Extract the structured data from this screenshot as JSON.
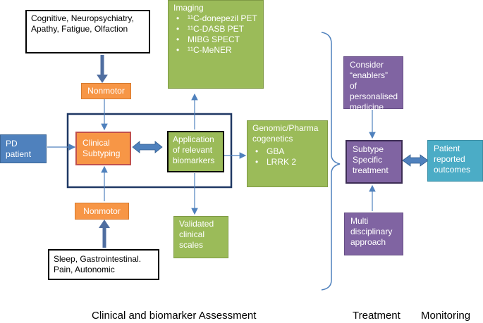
{
  "boxes": {
    "nonmotor_top_input": "Cognitive, Neuropsychiatry, Apathy, Fatigue, Olfaction",
    "nonmotor_top": "Nonmotor",
    "pd_patient": "PD patient",
    "clinical_subtyping": "Clinical Subtyping",
    "application_biomarkers": "Application of relevant biomarkers",
    "nonmotor_bottom": "Nonmotor",
    "nonmotor_bottom_input": "Sleep, Gastrointestinal. Pain, Autonomic",
    "validated_scales": "Validated clinical scales",
    "imaging": {
      "title": "Imaging",
      "items": [
        "¹¹C-donepezil PET",
        "¹¹C-DASB PET",
        "MIBG SPECT",
        "¹¹C-MeNER"
      ]
    },
    "genomic": {
      "title": "Genomic/Pharmacogenetics",
      "items": [
        "GBA",
        "LRRK 2"
      ]
    },
    "enablers": "Consider “enablers” of personalised medicine",
    "subtype_treatment": "Subtype Specific treatment",
    "multidisciplinary": "Multi disciplinary approach",
    "patient_outcomes": "Patient reported outcomes"
  },
  "captions": {
    "assessment": "Clinical and biomarker Assessment",
    "treatment": "Treatment",
    "monitoring": "Monitoring"
  },
  "colors": {
    "orange": "#f79646",
    "green": "#9bbb59",
    "blue": "#4f81bd",
    "purple": "#8064a2",
    "teal": "#4bacc6",
    "arrow": "#4f81bd"
  }
}
